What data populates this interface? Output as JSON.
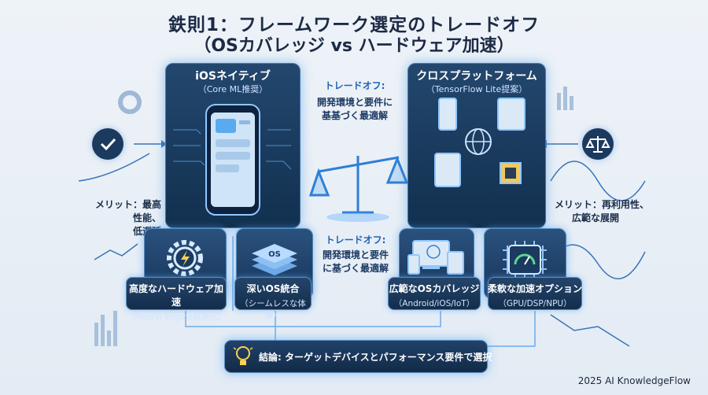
{
  "title": {
    "line1": "鉄則1：フレームワーク選定のトレードオフ",
    "line2": "（OSカバレッジ vs ハードウェア加速）"
  },
  "left_panel": {
    "heading": "iOSネイティブ",
    "subheading": "（Core ML推奨）"
  },
  "right_panel": {
    "heading": "クロスプラットフォーム",
    "subheading": "（TensorFlow Lite提案）"
  },
  "tradeoff_top": {
    "label": "トレードオフ:",
    "line1": "開発環境と要件に",
    "line2": "基基づく最適解"
  },
  "tradeoff_bottom": {
    "label": "トレードオフ:",
    "line1": "開発環境と要件",
    "line2": "に基づく最適解"
  },
  "merit_left": {
    "line1": "メリット：最高性能、",
    "line2": "低遅延"
  },
  "merit_right": {
    "line1": "メリット：再利用性、",
    "line2": "広範な展開"
  },
  "card_icons": {
    "os_badge": "OS"
  },
  "cards": [
    {
      "title": "高度なハードウェア加速",
      "subtitle": "（Neural Engine最適化）"
    },
    {
      "title": "深いOS統合",
      "subtitle": "（シームレスな体験）"
    },
    {
      "title": "広範なOSカバレッジ",
      "subtitle": "（Android/iOS/IoT）"
    },
    {
      "title": "柔軟な加速オプション",
      "subtitle": "（GPU/DSP/NPU）"
    }
  ],
  "conclusion": "結論: ターゲットデバイスとパフォーマンス要件で選択",
  "credit": "2025 AI KnowledgeFlow",
  "colors": {
    "panel": "#1b3b60",
    "glow": "#4aa3ff",
    "accent": "#2f7fd6",
    "background": "#e8eff6"
  }
}
